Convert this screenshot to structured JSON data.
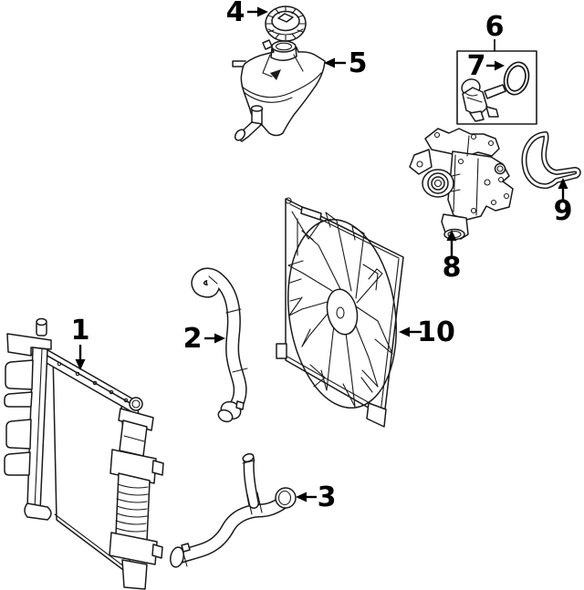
{
  "page": {
    "background": "#ffffff",
    "line_color": "#1a1a1a",
    "label_color": "#000000"
  },
  "diagram": {
    "type": "exploded-parts-line-drawing",
    "subject": "engine-cooling-system",
    "callouts": [
      {
        "num": "1",
        "part": "radiator"
      },
      {
        "num": "2",
        "part": "upper-radiator-hose"
      },
      {
        "num": "3",
        "part": "lower-radiator-hose"
      },
      {
        "num": "4",
        "part": "radiator-cap"
      },
      {
        "num": "5",
        "part": "coolant-reservoir"
      },
      {
        "num": "6",
        "part": "thermostat-kit-box"
      },
      {
        "num": "7",
        "part": "thermostat-seal-ring"
      },
      {
        "num": "8",
        "part": "water-pump"
      },
      {
        "num": "9",
        "part": "water-pump-gasket"
      },
      {
        "num": "10",
        "part": "cooling-fan-assembly"
      }
    ]
  }
}
